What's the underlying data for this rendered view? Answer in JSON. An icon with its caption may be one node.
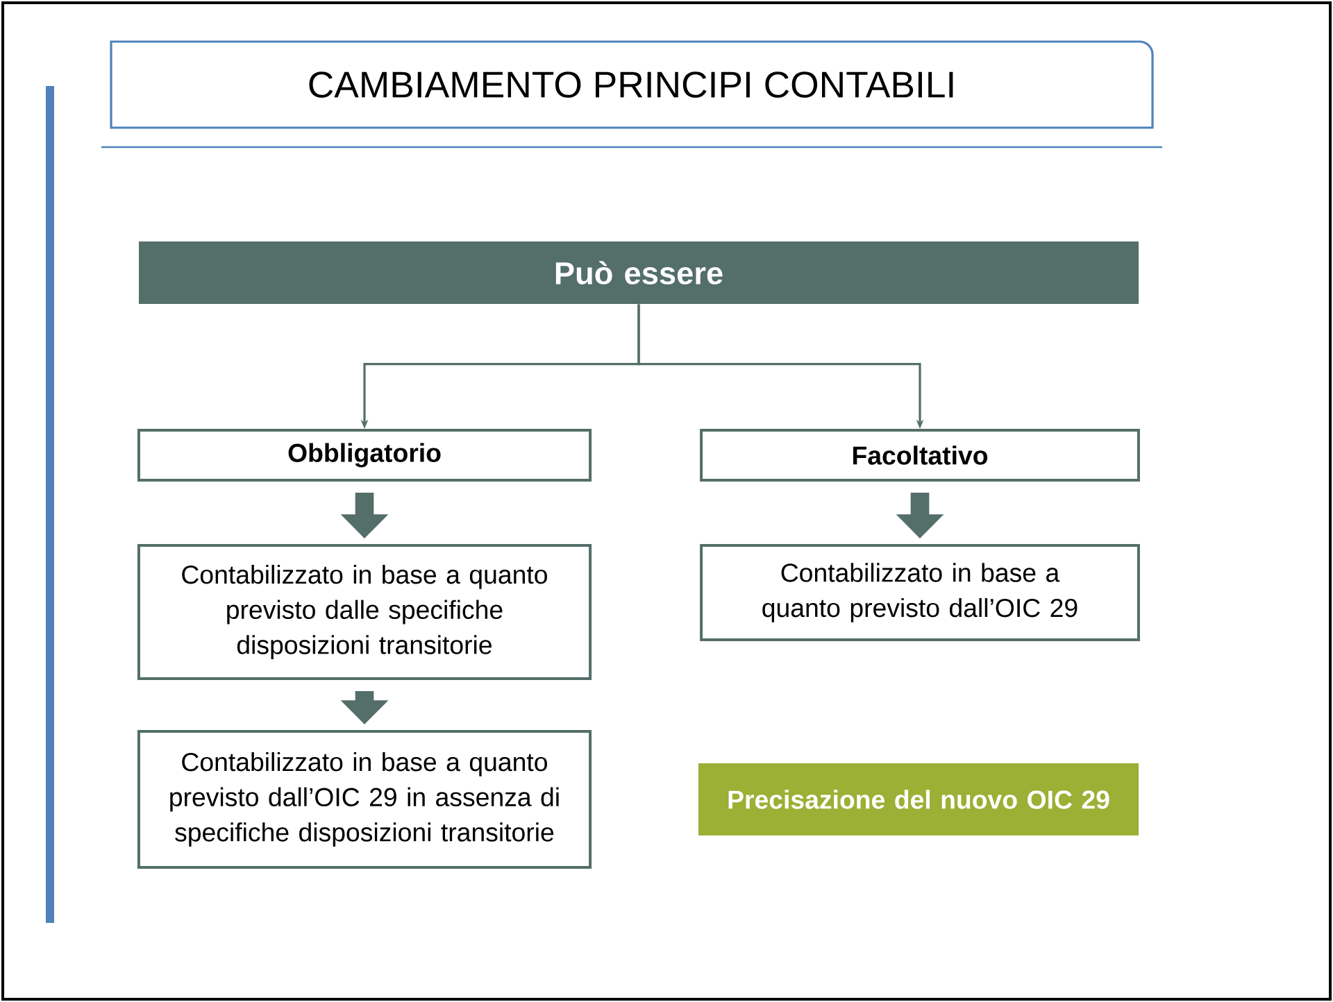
{
  "diagram": {
    "title": "CAMBIAMENTO PRINCIPI CONTABILI",
    "nodes": [
      {
        "text": [
          "Può essere"
        ]
      },
      {
        "text": [
          "Obbligatorio"
        ]
      },
      {
        "text": [
          "Facoltativo"
        ]
      },
      {
        "text": [
          "Contabilizzato in base a quanto previsto dalle specifiche disposizioni transitorie"
        ]
      },
      {
        "text": [
          "Contabilizzato in base a quanto previsto dall’OIC 29"
        ]
      },
      {
        "text": [
          "Contabilizzato in base a quanto previsto dall’OIC 29 in assenza di specifiche disposizioni transitorie"
        ]
      },
      {
        "text": [
          "Precisazione del nuovo OIC 29"
        ]
      }
    ],
    "edges": [
      {
        "from": 0,
        "to": 1,
        "arrow": "to"
      },
      {
        "from": 0,
        "to": 2,
        "arrow": "to"
      },
      {
        "from": 1,
        "to": 3,
        "arrow": "to"
      },
      {
        "from": 2,
        "to": 4,
        "arrow": "to"
      },
      {
        "from": 3,
        "to": 5,
        "arrow": "to"
      }
    ]
  }
}
